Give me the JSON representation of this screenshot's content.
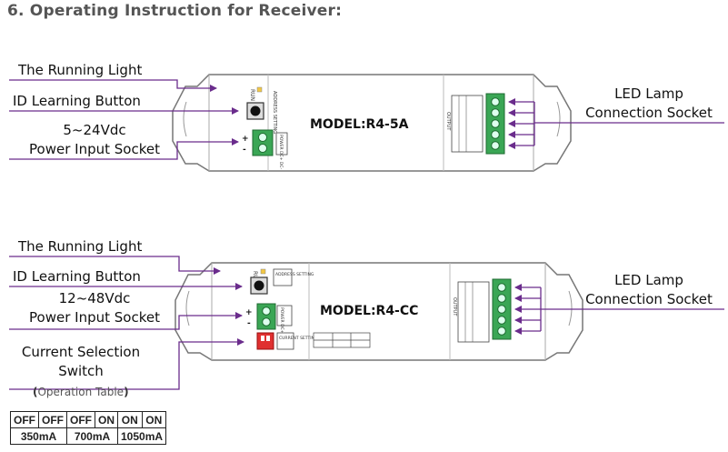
{
  "heading": "6. Operating Instruction for Receiver:",
  "receiver1": {
    "model": "MODEL:R4-5A",
    "labels": {
      "running_light": "The Running Light",
      "id_button": "ID Learning Button",
      "power_line1": "5~24Vdc",
      "power_line2": "Power Input Socket",
      "led_line1": "LED Lamp",
      "led_line2": "Connection Socket"
    },
    "device_text": {
      "run": "RUN",
      "address": "ADDRESS SETTING",
      "power": "POWER DC+ DC-",
      "output": "OUTPUT",
      "plus": "+",
      "minus": "-"
    }
  },
  "receiver2": {
    "model": "MODEL:R4-CC",
    "labels": {
      "running_light": "The Running Light",
      "id_button": "ID Learning Button",
      "power_line1": "12~48Vdc",
      "power_line2": "Power Input Socket",
      "led_line1": "LED Lamp",
      "led_line2": "Connection Socket",
      "switch_line1": "Current Selection",
      "switch_line2": "Switch",
      "switch_note": "Operation Table"
    },
    "device_text": {
      "run": "RUN",
      "address": "ADDRESS SETTING",
      "power": "POWER DC+ DC-",
      "current": "CURRENT SETTING",
      "output": "OUTPUT",
      "plus": "+",
      "minus": "-"
    }
  },
  "operation_table": {
    "switch_states": [
      "OFF",
      "OFF",
      "OFF",
      "ON",
      "ON",
      "ON"
    ],
    "currents": [
      "350mA",
      "700mA",
      "1050mA"
    ]
  },
  "colors": {
    "leader": "#6a2c8c",
    "underline": "#2e3a8c",
    "terminal": "#3aa655",
    "dip": "#e03030"
  }
}
